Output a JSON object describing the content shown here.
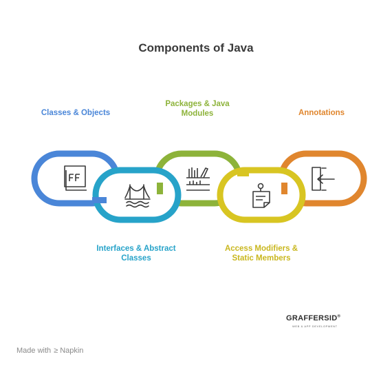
{
  "title": "Components of Java",
  "components": [
    {
      "label": "Classes & Objects",
      "color": "#4a86d8",
      "icon": "class-diagram-icon"
    },
    {
      "label": "Interfaces & Abstract Classes",
      "color": "#27a3c9",
      "icon": "bridge-icon"
    },
    {
      "label": "Packages & Java Modules",
      "color": "#8db33a",
      "icon": "bookshelf-icon"
    },
    {
      "label": "Access Modifiers & Static Members",
      "color": "#d8c522",
      "icon": "document-pin-icon"
    },
    {
      "label": "Annotations",
      "color": "#e0862e",
      "icon": "entrance-icon"
    }
  ],
  "brand": {
    "name": "GRAFFERSID",
    "mark": "®",
    "tagline": "WEB & APP DEVELOPMENT"
  },
  "footer": {
    "prefix": "Made with",
    "tool": "Napkin"
  }
}
